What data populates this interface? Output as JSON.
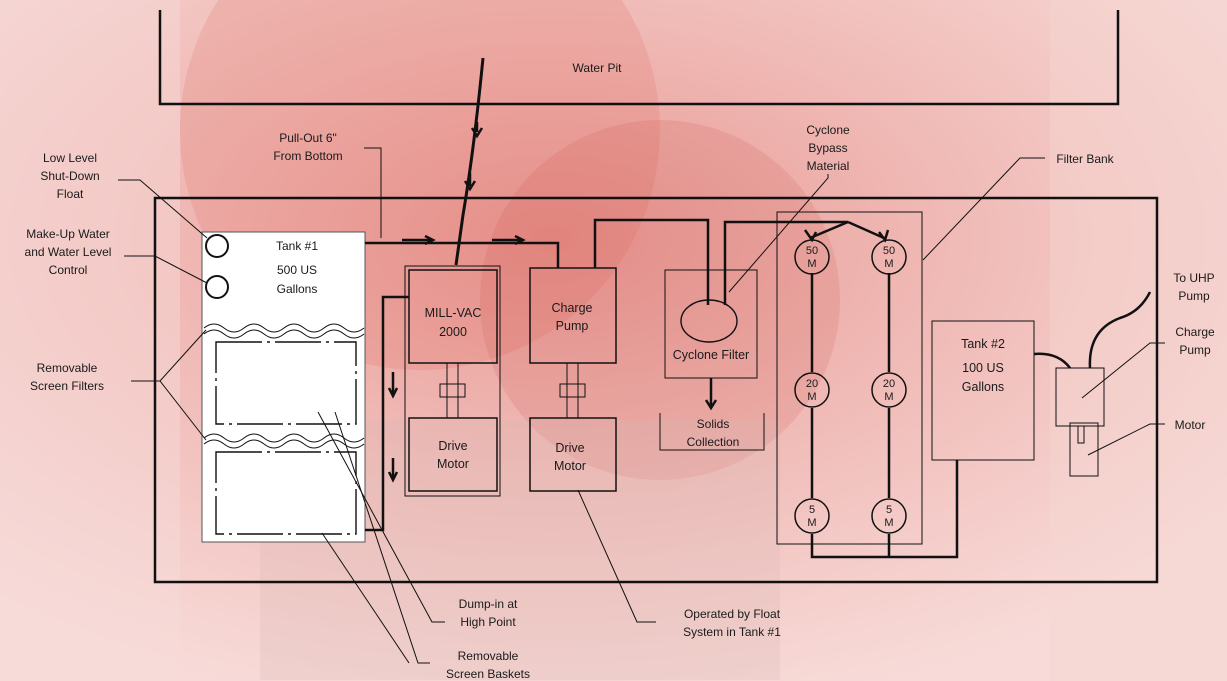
{
  "labels": {
    "water_pit": "Water Pit",
    "pull_out": [
      "Pull-Out 6\"",
      "From Bottom"
    ],
    "low_level": [
      "Low Level",
      "Shut-Down",
      "Float"
    ],
    "makeup": [
      "Make-Up Water",
      "and Water Level",
      "Control"
    ],
    "removable_screen_filters": [
      "Removable",
      "Screen Filters"
    ],
    "tank1": [
      "Tank #1",
      "500 US",
      "Gallons"
    ],
    "mill_vac": [
      "MILL-VAC",
      "2000"
    ],
    "drive_motor": [
      "Drive",
      "Motor"
    ],
    "charge_pump": [
      "Charge",
      "Pump"
    ],
    "cyclone_filter": "Cyclone Filter",
    "solids_collection": [
      "Solids",
      "Collection"
    ],
    "cyclone_bypass": [
      "Cyclone",
      "Bypass",
      "Material"
    ],
    "filter_bank": "Filter Bank",
    "filter_50": [
      "50",
      "M"
    ],
    "filter_20": [
      "20",
      "M"
    ],
    "filter_5": [
      "5",
      "M"
    ],
    "tank2": [
      "Tank #2",
      "100 US",
      "Gallons"
    ],
    "to_uhp_pump": [
      "To UHP",
      "Pump"
    ],
    "charge_pump_right": [
      "Charge",
      "Pump"
    ],
    "motor": "Motor",
    "dump_in": [
      "Dump-in at",
      "High Point"
    ],
    "operated_by_float": [
      "Operated by Float",
      "System in  Tank #1"
    ],
    "removable_screen_baskets": [
      "Removable",
      "Screen Baskets"
    ]
  },
  "colors": {
    "background_tint": "#e87a73",
    "line": "#111111",
    "box_fill": "#ffffff"
  }
}
